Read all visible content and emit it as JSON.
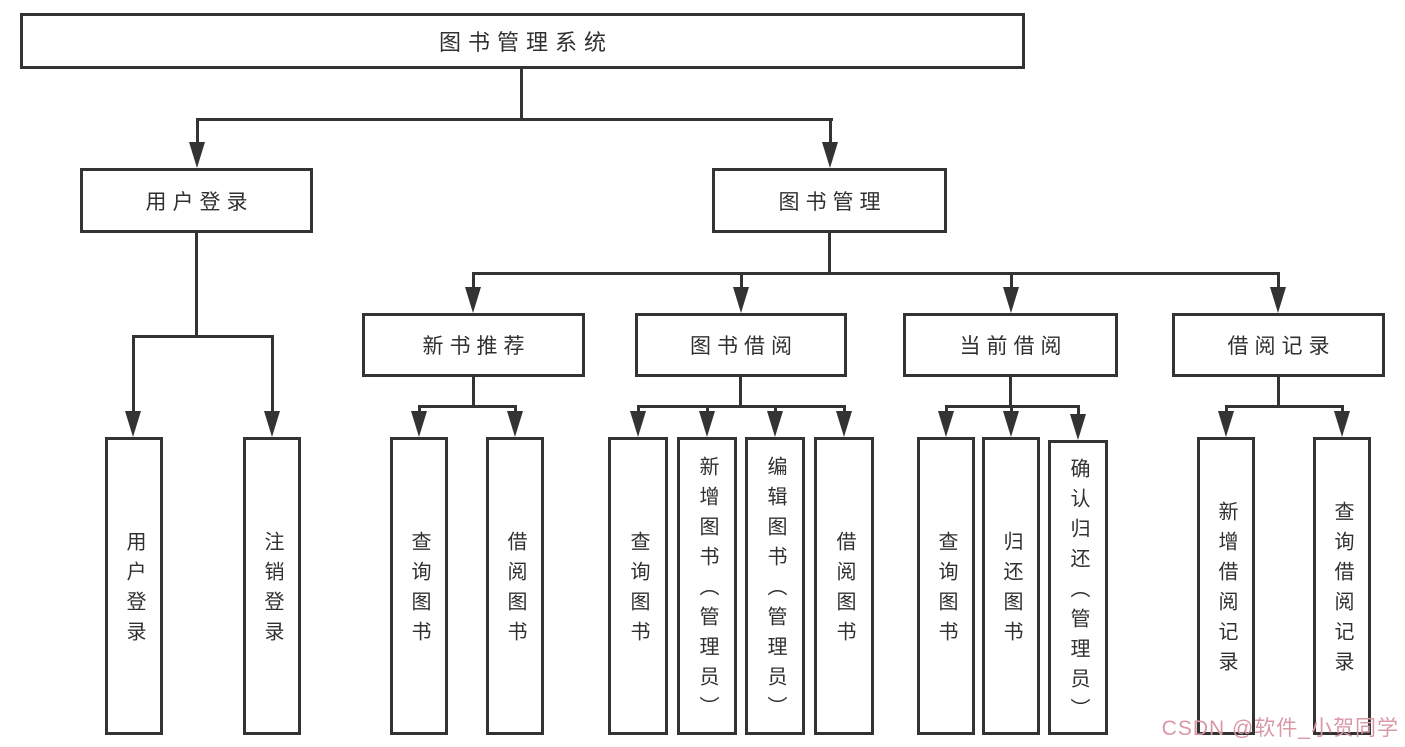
{
  "diagram": {
    "root": {
      "label": "图书管理系统"
    },
    "level1": [
      {
        "label": "用户登录"
      },
      {
        "label": "图书管理"
      }
    ],
    "level2": [
      {
        "label": "新书推荐"
      },
      {
        "label": "图书借阅"
      },
      {
        "label": "当前借阅"
      },
      {
        "label": "借阅记录"
      }
    ],
    "leaves": {
      "user": [
        "用户登录",
        "注销登录"
      ],
      "recommend": [
        "查询图书",
        "借阅图书"
      ],
      "borrow": [
        "查询图书",
        "新增图书（管理员）",
        "编辑图书（管理员）",
        "借阅图书"
      ],
      "current": [
        "查询图书",
        "归还图书",
        "确认归还（管理员）"
      ],
      "records": [
        "新增借阅记录",
        "查询借阅记录"
      ]
    }
  },
  "watermark": {
    "text": "CSDN @软件_小贺同学"
  },
  "colors": {
    "line": "#333333",
    "box_border": "#333333",
    "box_fill": "#ffffff",
    "text": "#303030",
    "watermark": "#d898a4"
  }
}
